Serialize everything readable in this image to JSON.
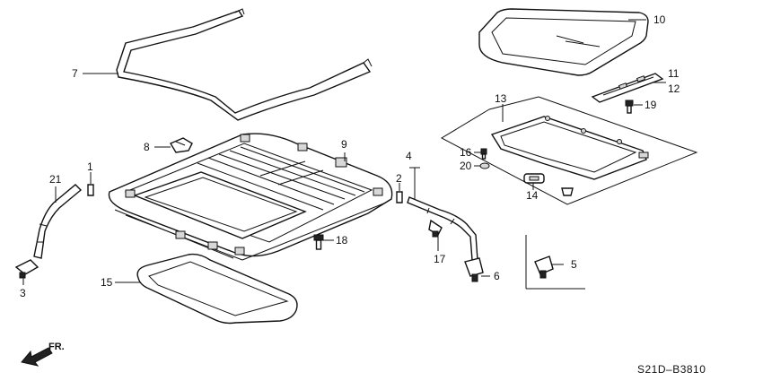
{
  "diagram": {
    "code": "S21D–B3810",
    "direction_label": "FR.",
    "callouts": {
      "c1": "1",
      "c2": "2",
      "c3": "3",
      "c4": "4",
      "c5": "5",
      "c6": "6",
      "c7": "7",
      "c8": "8",
      "c9": "9",
      "c10": "10",
      "c11": "11",
      "c12": "12",
      "c13": "13",
      "c14": "14",
      "c15": "15",
      "c16": "16",
      "c17": "17",
      "c18": "18",
      "c19": "19",
      "c20": "20",
      "c21": "21"
    }
  }
}
